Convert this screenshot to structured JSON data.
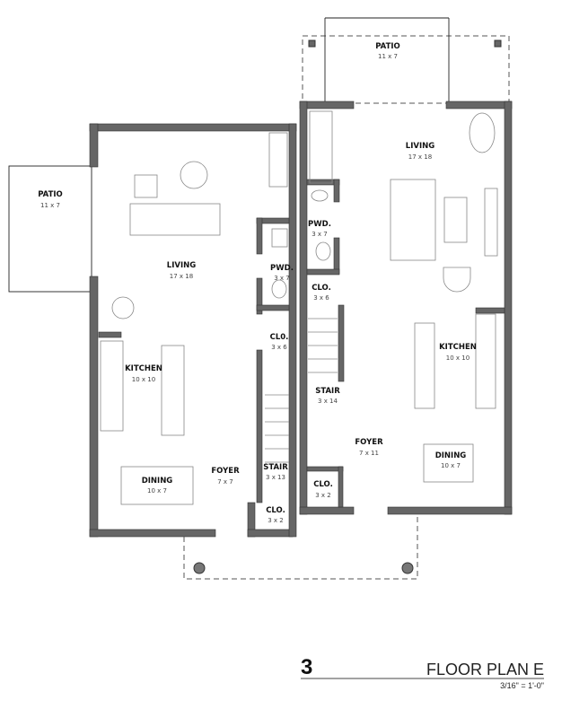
{
  "left_unit": {
    "patio": {
      "name": "PATIO",
      "dims": "11 x 7"
    },
    "living": {
      "name": "LIVING",
      "dims": "17 x 18"
    },
    "powder": {
      "name": "PWD.",
      "dims": "3 x 7"
    },
    "closet_upper": {
      "name": "CL0.",
      "dims": "3 x 6"
    },
    "kitchen": {
      "name": "KITCHEN",
      "dims": "10 x 10"
    },
    "stair": {
      "name": "STAIR",
      "dims": "3 x 13"
    },
    "dining": {
      "name": "DINING",
      "dims": "10 x 7"
    },
    "foyer": {
      "name": "FOYER",
      "dims": "7 x 7"
    },
    "closet_lower": {
      "name": "CLO.",
      "dims": "3 x 2"
    }
  },
  "right_unit": {
    "patio": {
      "name": "PATIO",
      "dims": "11 x 7"
    },
    "living": {
      "name": "LIVING",
      "dims": "17 x 18"
    },
    "powder": {
      "name": "PWD.",
      "dims": "3 x 7"
    },
    "closet_upper": {
      "name": "CLO.",
      "dims": "3 x 6"
    },
    "kitchen": {
      "name": "KITCHEN",
      "dims": "10 x 10"
    },
    "stair": {
      "name": "STAIR",
      "dims": "3 x 14"
    },
    "foyer": {
      "name": "FOYER",
      "dims": "7 x 11"
    },
    "dining": {
      "name": "DINING",
      "dims": "10 x 7"
    },
    "closet_lower": {
      "name": "CLO.",
      "dims": "3 x 2"
    }
  },
  "title_block": {
    "number": "3",
    "title": "FLOOR PLAN E",
    "scale": "3/16\" = 1'-0\""
  },
  "colors": {
    "wall": "#666666",
    "line": "#222222"
  }
}
